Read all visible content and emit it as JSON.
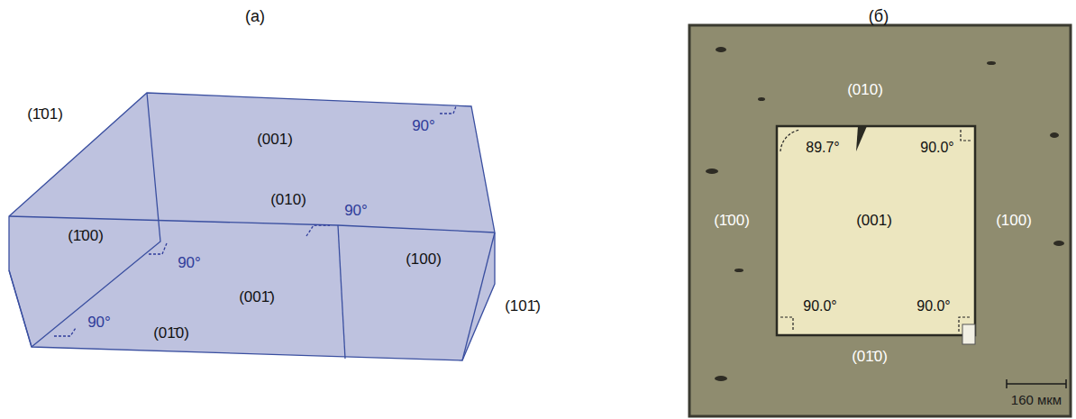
{
  "diagram": {
    "labels": [
      "(а)",
      "(б)",
      "(1̄01)",
      "(001)",
      "90°",
      "(010)",
      "90°",
      "(100)",
      "(1̄00)",
      "90°",
      "(001̄)",
      "(101̄)",
      "90°",
      "(01̄0)",
      "(010)",
      "89.7°",
      "90.0°",
      "(1̄00)",
      "(001)",
      "(100)",
      "90.0°",
      "90.0°",
      "(01̄0)",
      "160 мкм"
    ]
  }
}
